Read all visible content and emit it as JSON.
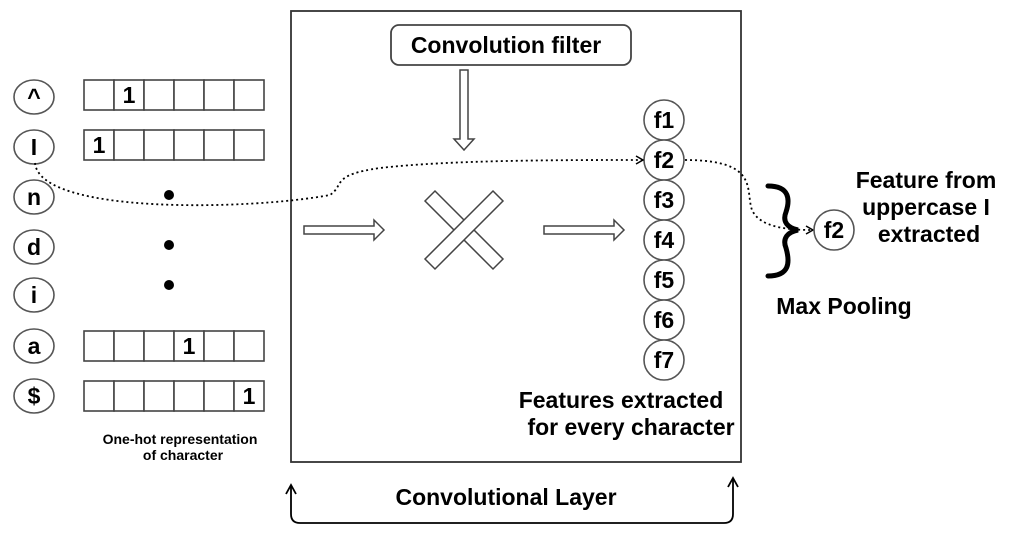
{
  "characters": [
    "^",
    "I",
    "n",
    "d",
    "i",
    "a",
    "$"
  ],
  "onehot": [
    {
      "char": "^",
      "hot_index": 1,
      "value": "1"
    },
    {
      "char": "I",
      "hot_index": 0,
      "value": "1"
    },
    {
      "char": "a",
      "hot_index": 3,
      "value": "1"
    },
    {
      "char": "$",
      "hot_index": 5,
      "value": "1"
    }
  ],
  "onehot_caption": [
    "One-hot representation",
    "of character"
  ],
  "filter_label": "Convolution filter",
  "features": [
    "f1",
    "f2",
    "f3",
    "f4",
    "f5",
    "f6",
    "f7"
  ],
  "features_caption": [
    "Features extracted",
    "for every character"
  ],
  "pooled_feature": "f2",
  "pooling_label": "Max Pooling",
  "result_caption": [
    "Feature from",
    "uppercase I",
    "extracted"
  ],
  "layer_label": "Convolutional Layer"
}
